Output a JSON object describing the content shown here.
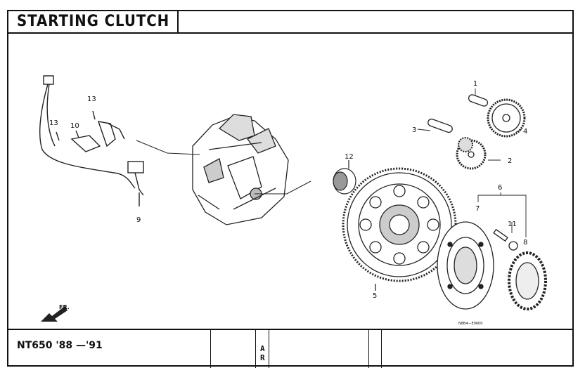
{
  "title": "STARTING CLUTCH",
  "model": "NT650 '88 —'91",
  "rev_letters": [
    "A",
    "R"
  ],
  "direction_label": "FR.",
  "drawing_code": "N8B4—E0600",
  "callouts": [
    "1",
    "2",
    "3",
    "4",
    "5",
    "6",
    "7",
    "8",
    "9",
    "10",
    "11",
    "12",
    "13",
    "13"
  ]
}
